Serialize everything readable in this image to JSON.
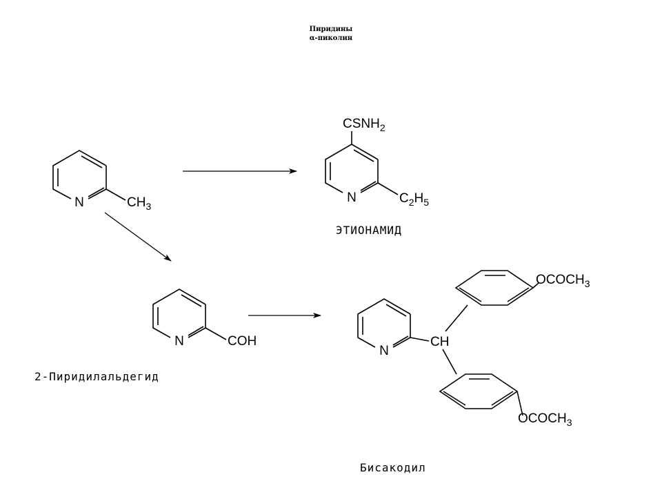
{
  "header": {
    "title": "Пиридины",
    "subtitle": "α-пиколин"
  },
  "atoms": {
    "n": "N",
    "ch3": "CH",
    "ch3_sub": "3",
    "csnh2": "CSNH",
    "csnh2_sub": "2",
    "c2h5_c": "C",
    "c2h5_sub1": "2",
    "c2h5_h": "H",
    "c2h5_sub2": "5",
    "coh": "COH",
    "ch": "CH",
    "ococh3": "OCOCH",
    "ococh3_sub": "3"
  },
  "compounds": {
    "ethionamide": "ЭТИОНАМИД",
    "pyridinaldehyde": "2-Пиридилальдегид",
    "bisacodyl": "Бисакодил"
  }
}
